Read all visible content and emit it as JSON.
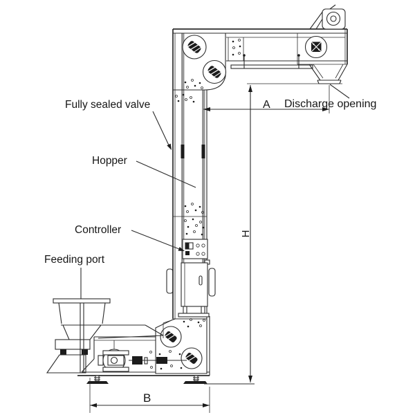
{
  "diagram": {
    "labels": {
      "fully_sealed_valve": "Fully sealed valve",
      "hopper": "Hopper",
      "controller": "Controller",
      "feeding_port": "Feeding port",
      "discharge_opening": "Discharge opening"
    },
    "dimensions": {
      "horizontal": "A",
      "vertical": "H",
      "base": "B"
    },
    "colors": {
      "line": "#2b2b2b",
      "background": "#ffffff",
      "guide_rail": "#989898",
      "fill_dark": "#1c1c1c"
    }
  }
}
